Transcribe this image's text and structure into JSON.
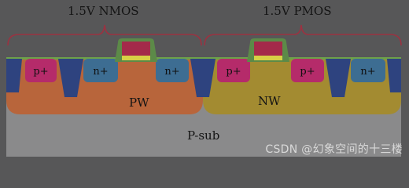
{
  "labels": {
    "nmos_title": "1.5V NMOS",
    "pmos_title": "1.5V PMOS",
    "pwell": "PW",
    "nwell": "NW",
    "substrate": "P-sub",
    "diff_p_plus": "p+",
    "diff_n_plus": "n+"
  },
  "watermark": "CSDN @幻象空间的十三楼",
  "colors": {
    "background": "#575758",
    "substrate": "#8a8a8b",
    "p_well": "#b8653b",
    "n_well": "#a38b31",
    "p_plus": "#b52b6a",
    "n_plus": "#3d6d92",
    "sti": "#2e437f",
    "poly_gate": "#a42a4a",
    "gate_spacer": "#5c8a48",
    "gate_oxide": "#d7d045",
    "bracket": "#9b3241"
  }
}
